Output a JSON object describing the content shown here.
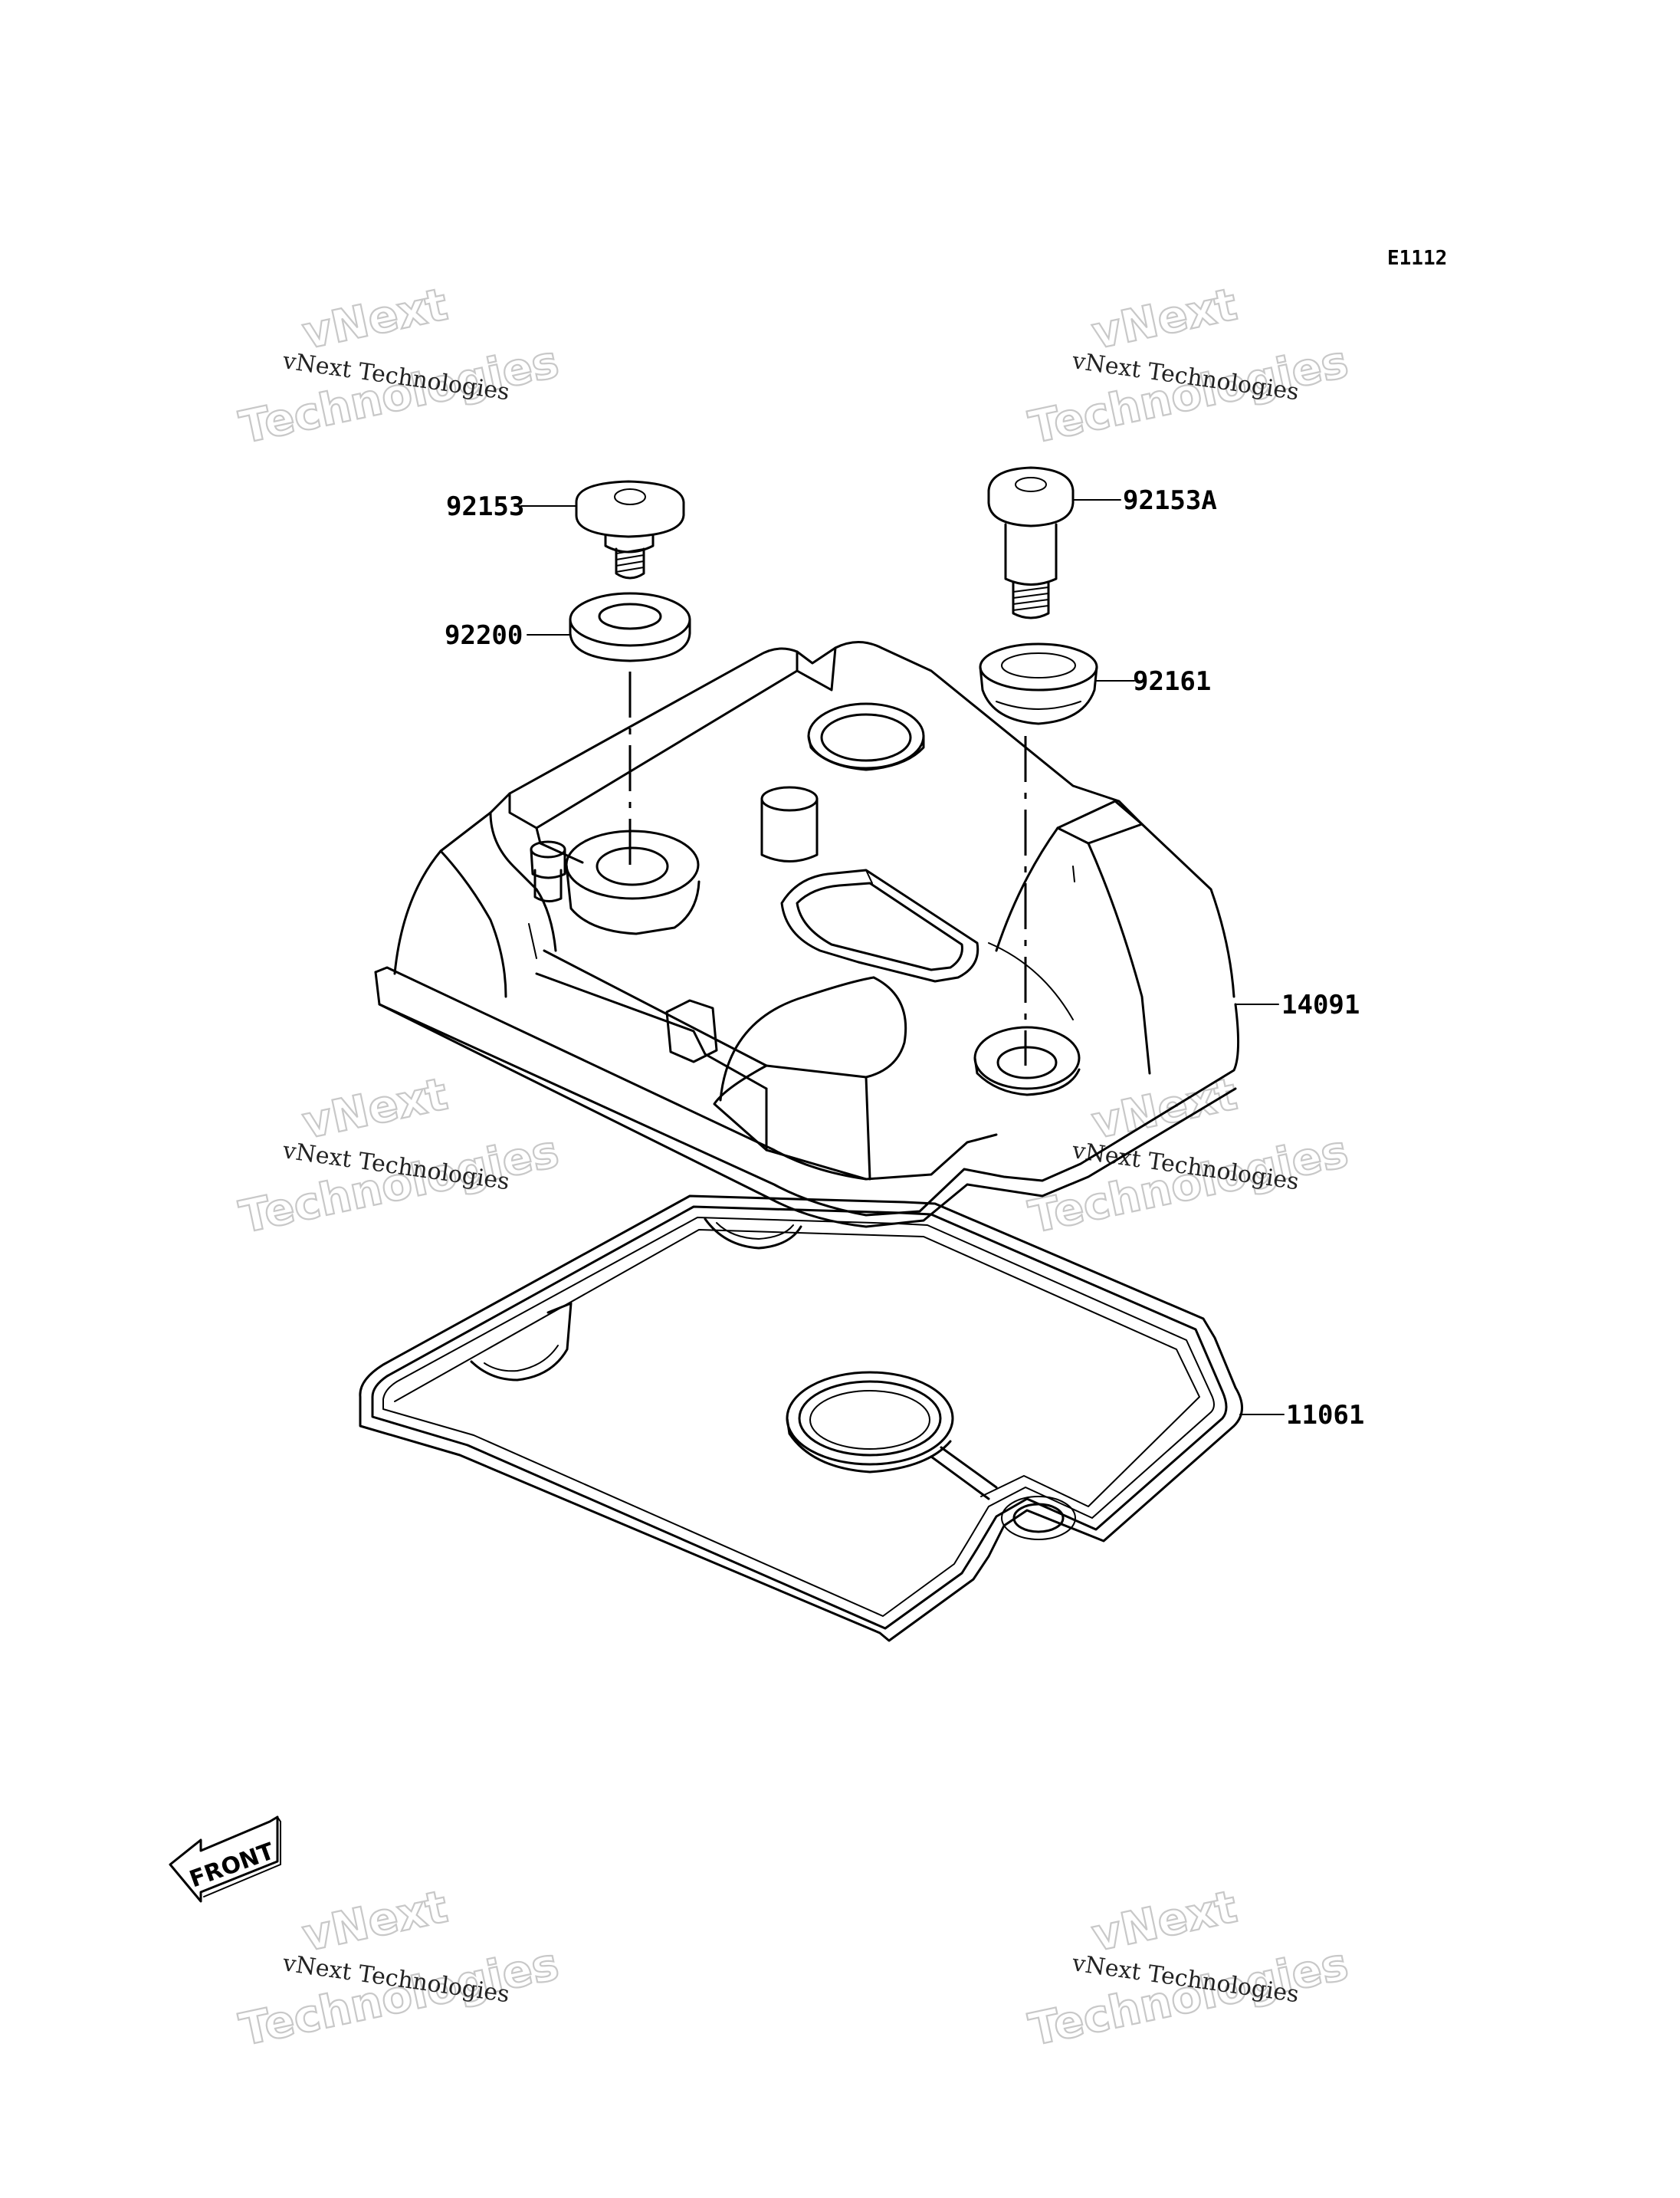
{
  "diagram_ref": "E1112",
  "parts": {
    "bolt_left": "92153",
    "washer_left": "92200",
    "bolt_right": "92153A",
    "grommet_right": "92161",
    "cylinder_head_cover": "14091",
    "gasket": "11061"
  },
  "direction_marker": "FRONT",
  "watermark": {
    "line1": "vNext Technologies",
    "line2": "vNext",
    "line3": "Technologies"
  }
}
